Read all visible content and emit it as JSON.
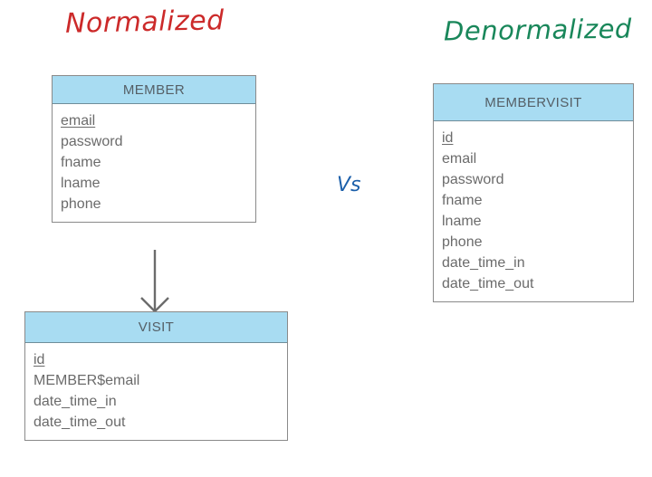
{
  "headings": {
    "left": "Normalized",
    "right": "Denormalized",
    "versus": "Vs"
  },
  "colors": {
    "normalized_title": "#cc2a2a",
    "denormalized_title": "#19875a",
    "versus_label": "#1b5faa",
    "entity_header_fill": "#a8dcf2",
    "entity_border": "#8a8a8a",
    "field_text": "#6b6b6b",
    "header_text": "#555f66"
  },
  "entities": [
    {
      "id": "member",
      "name": "MEMBER",
      "fields": [
        {
          "label": "email",
          "primary_key": true
        },
        {
          "label": "password",
          "primary_key": false
        },
        {
          "label": "fname",
          "primary_key": false
        },
        {
          "label": "lname",
          "primary_key": false
        },
        {
          "label": "phone",
          "primary_key": false
        }
      ]
    },
    {
      "id": "visit",
      "name": "VISIT",
      "fields": [
        {
          "label": "id",
          "primary_key": true
        },
        {
          "label": "MEMBER$email",
          "primary_key": false
        },
        {
          "label": "date_time_in",
          "primary_key": false
        },
        {
          "label": "date_time_out",
          "primary_key": false
        }
      ]
    },
    {
      "id": "membervisit",
      "name": "MEMBERVISIT",
      "fields": [
        {
          "label": "id",
          "primary_key": true
        },
        {
          "label": "email",
          "primary_key": false
        },
        {
          "label": "password",
          "primary_key": false
        },
        {
          "label": "fname",
          "primary_key": false
        },
        {
          "label": "lname",
          "primary_key": false
        },
        {
          "label": "phone",
          "primary_key": false
        },
        {
          "label": "date_time_in",
          "primary_key": false
        },
        {
          "label": "date_time_out",
          "primary_key": false
        }
      ]
    }
  ],
  "relationships": [
    {
      "from": "MEMBER",
      "to": "VISIT",
      "notation": "crows-foot",
      "cardinality": "one-to-many"
    }
  ]
}
